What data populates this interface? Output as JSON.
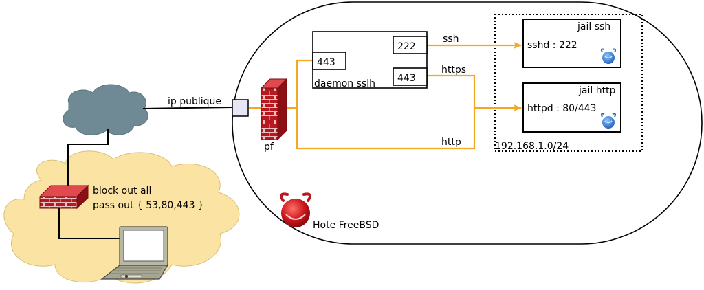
{
  "labels": {
    "ip_publique": "ip publique",
    "firewall_rule_1": "block out all",
    "firewall_rule_2": "pass out { 53,80,443 }",
    "pf": "pf",
    "daemon": "daemon sslh",
    "sslh_in_port": "443",
    "sslh_out_ssh_port": "222",
    "sslh_out_https_port": "443",
    "ssh": "ssh",
    "https": "https",
    "http": "http",
    "jail_ssh_title": "jail ssh",
    "jail_ssh_service": "sshd : 222",
    "jail_http_title": "jail http",
    "jail_http_service": "httpd : 80/443",
    "subnet": "192.168.1.0/24",
    "host": "Hote FreeBSD"
  },
  "colors": {
    "orange": "#f5a623",
    "red_link": "#e8141b",
    "cloud_grey": "#6f8a94",
    "cloud_yellow": "#fbe3a3",
    "brick_red": "#b81820"
  },
  "icons": {
    "firewall": "brick-wall-icon",
    "laptop": "laptop-icon",
    "freebsd": "freebsd-daemon-icon"
  }
}
